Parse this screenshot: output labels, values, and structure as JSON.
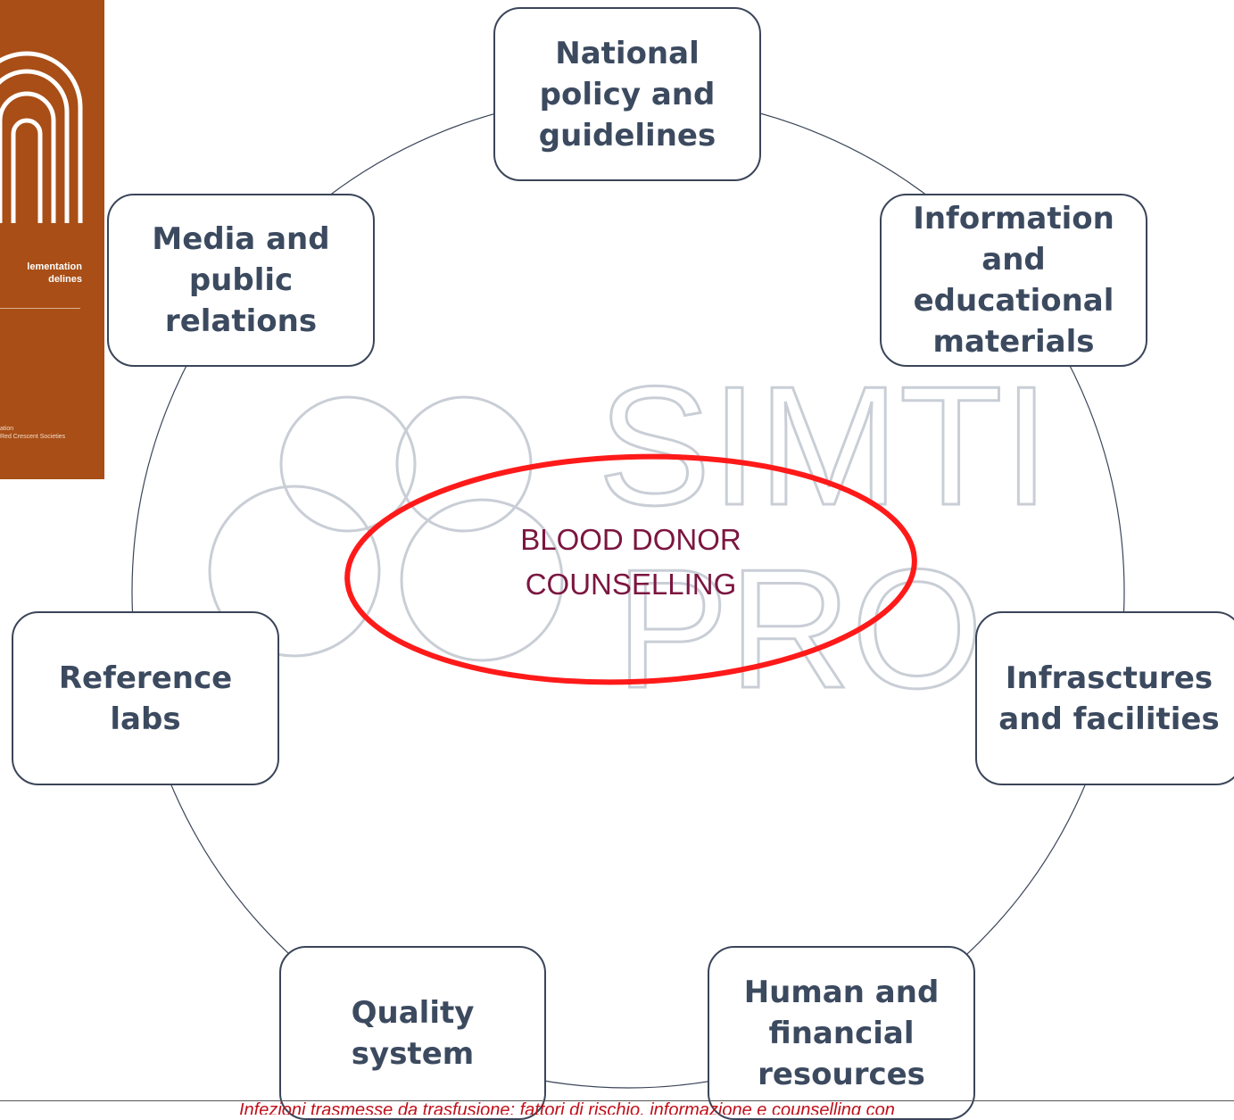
{
  "cover": {
    "title_lines": "lementation\ndelines",
    "footer_lines": "ation\nRed Crescent Societies"
  },
  "watermark": {
    "text_top": "SIMTI",
    "text_bottom": "PRO"
  },
  "center": {
    "label": "BLOOD DONOR\nCOUNSELLING"
  },
  "nodes": {
    "national_policy": "National\npolicy and\nguidelines",
    "information_materials": "Information\nand\neducational\nmaterials",
    "infrastructures": "Infrasctures\nand facilities",
    "human_financial": "Human and\nfinancial\nresources",
    "quality_system": "Quality\nsystem",
    "reference_labs": "Reference\nlabs",
    "media_relations": "Media and\npublic\nrelations"
  },
  "footer": {
    "text": "Infezioni trasmesse da trasfusione: fattori di rischio, informazione e counselling con"
  },
  "colors": {
    "node_border": "#3b4559",
    "node_text": "#3c4a5f",
    "ellipse": "#ff0000",
    "center_text": "#7b1640",
    "watermark": "#c7ccd3",
    "footer_text": "#c0101a",
    "cover_bg": "#a84e16"
  }
}
